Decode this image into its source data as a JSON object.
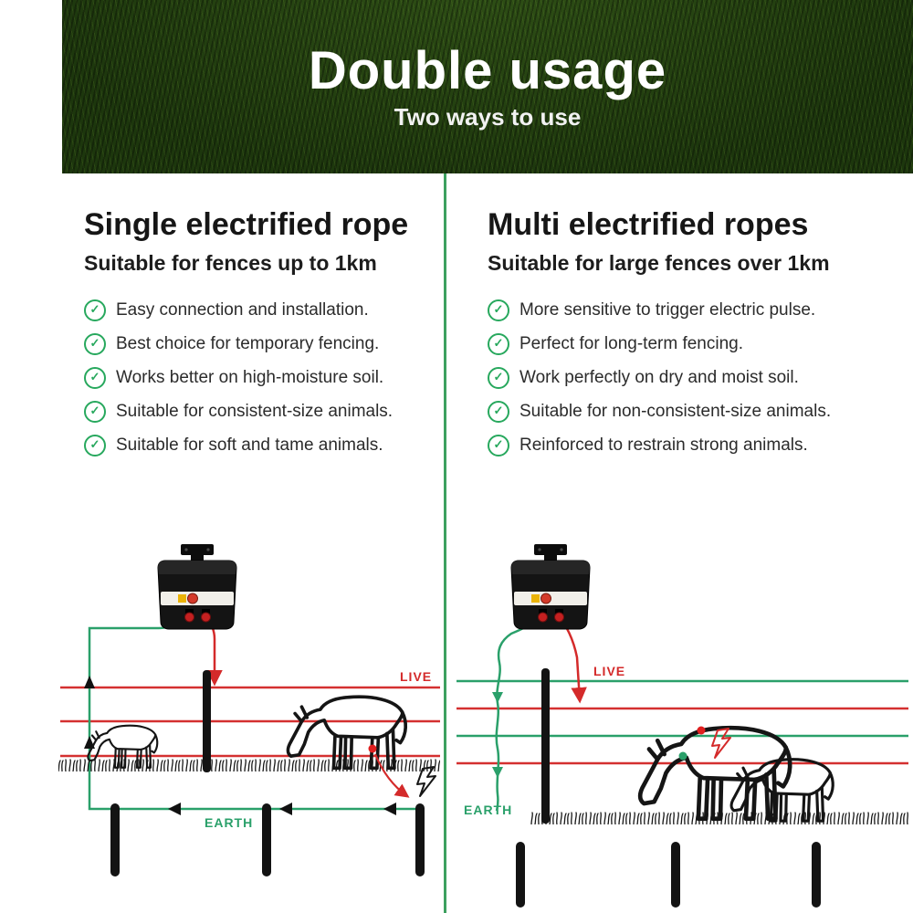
{
  "banner": {
    "title": "Double usage",
    "subtitle": "Two ways to use"
  },
  "columns": [
    {
      "heading": "Single electrified rope",
      "subheading": "Suitable for fences up to 1km",
      "bullets": [
        "Easy connection and installation.",
        "Best choice for temporary fencing.",
        "Works better on high-moisture soil.",
        "Suitable for consistent-size animals.",
        "Suitable for soft and tame animals."
      ]
    },
    {
      "heading": "Multi electrified ropes",
      "subheading": "Suitable for large fences over 1km",
      "bullets": [
        "More sensitive to trigger electric pulse.",
        "Perfect for long-term fencing.",
        "Work perfectly on dry and moist soil.",
        "Suitable for non-consistent-size animals.",
        "Reinforced to restrain strong animals."
      ]
    }
  ],
  "diagrams": {
    "left": {
      "live": "LIVE",
      "earth": "EARTH"
    },
    "right": {
      "live": "LIVE",
      "earth": "EARTH"
    }
  },
  "icons": {
    "check": "✓",
    "lightning": "⚡"
  },
  "colors": {
    "banner_green": "#22400f",
    "check_green": "#27a85d",
    "live_red": "#d42a2a",
    "earth_green": "#2aa06a",
    "divider_green": "#3da05f"
  }
}
